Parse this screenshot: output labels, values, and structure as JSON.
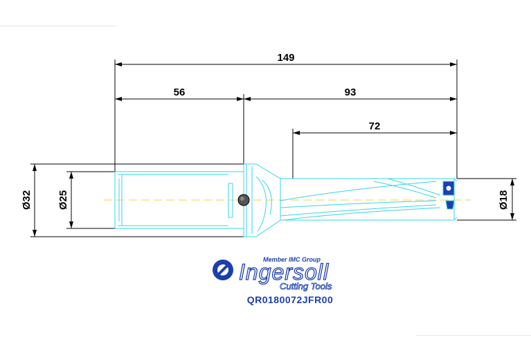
{
  "drawing": {
    "dimensions": {
      "overall_length": "149",
      "shank_length": "56",
      "body_length": "93",
      "flute_length": "72",
      "shank_diameter_outer": "Ø32",
      "shank_diameter_inner": "Ø25",
      "cutting_diameter": "Ø18"
    },
    "colors": {
      "tool_outline": "#33d6e8",
      "axis": "#f2d24a",
      "insert": "#1c3fb0",
      "brand": "#1c3fb0"
    }
  },
  "brand": {
    "tagline": "Member IMC Group",
    "name": "Ingersoll",
    "subtitle": "Cutting Tools",
    "logo_icon": "ingersoll-logo-icon"
  },
  "part_number": "QR0180072JFR00"
}
